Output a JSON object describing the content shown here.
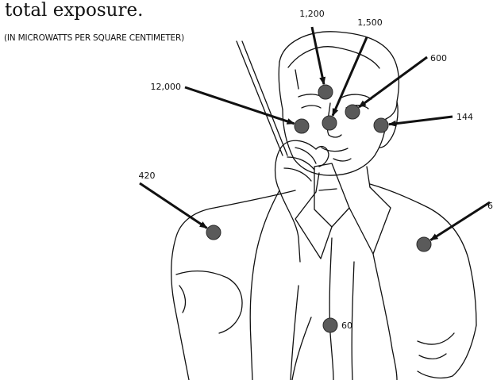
{
  "heading_text": "total exposure.",
  "units_note": "(IN MICROWATTS PER SQUARE CENTIMETER)",
  "colors": {
    "ink": "#111111",
    "marker": "#5a5a5a",
    "background": "#ffffff"
  },
  "measurement_points": [
    {
      "id": "forehead",
      "label": "1,200"
    },
    {
      "id": "nose-tip",
      "label": "1,500"
    },
    {
      "id": "right-eye",
      "label": "600"
    },
    {
      "id": "cheek",
      "label": "12,000"
    },
    {
      "id": "ear",
      "label": "144"
    },
    {
      "id": "left-shoulder",
      "label": "420"
    },
    {
      "id": "right-shoulder",
      "label": "6"
    },
    {
      "id": "chest",
      "label": "60"
    }
  ]
}
